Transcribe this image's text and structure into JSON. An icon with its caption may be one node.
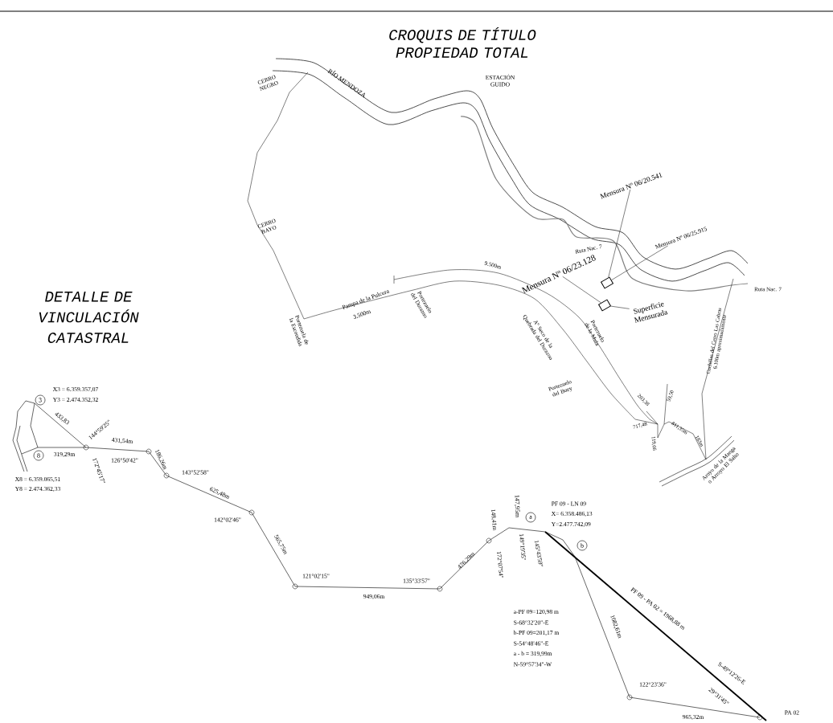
{
  "diagram": {
    "title": "CROQUIS DE TÍTULO PROPIEDAD TOTAL",
    "nodes": [
      {
        "text": [
          "Mensura Nº 06/20.541"
        ]
      },
      {
        "text": [
          "Mensura Nº 06/25.915"
        ]
      },
      {
        "text": [],
        "shape": "box"
      },
      {
        "text": [
          "Mensura Nº 06/23.128"
        ]
      },
      {
        "text": [
          "Superficie Mensurada"
        ]
      },
      {
        "text": [],
        "shape": "box"
      },
      {
        "text": [
          "3"
        ]
      },
      {
        "text": [
          "8"
        ]
      },
      {
        "text": [
          "a"
        ]
      },
      {
        "text": [
          "b"
        ]
      }
    ],
    "edges": [
      {
        "from": 0,
        "to": 2,
        "arrow": "none"
      },
      {
        "from": 1,
        "to": 2,
        "arrow": "none"
      },
      {
        "from": 3,
        "to": 5,
        "arrow": "none"
      },
      {
        "from": 4,
        "to": 5,
        "arrow": "none"
      }
    ],
    "labels": [
      "DETALLE DE VINCULACIÓN CATASTRAL",
      "CERRO NEGRO",
      "RÍO MENDOZA",
      "ESTACIÓN GUIDO",
      "CERRO BAYO",
      "9.500m",
      "Ruta Nac. 7",
      "Ruta Nac. 7",
      "Pampa de la Pulcura",
      "3.500m",
      "Portezuelo del Durazno",
      "Portezuela de la Escondida",
      "Aº Seco de la Quebrada del Durazno",
      "Portezuelo de la Mula",
      "Portezuelo del Buey",
      "203,38",
      "59,50",
      "717,48",
      "119,66",
      "811,35m",
      "183m",
      "Cuchillas del Cerro Las Cabras 6.100m aproximadamente",
      "Aroyo de la Manga o Arroyo El Salto",
      "X3 = 6.359.357,07",
      "Y3 = 2.474.352,32",
      "433,83",
      "144°59'25\"",
      "431,54m",
      "319,29m",
      "126°50'42\"",
      "186,26m",
      "172°45'17\"",
      "143°52'58\"",
      "X8 = 6.359.065,51",
      "Y8 = 2.474.362,33",
      "625,48m",
      "142°02'46\"",
      "565,75m",
      "121°02'15\"",
      "949,06m",
      "135°33'57\"",
      "476,29m",
      "148,41m",
      "172°07'54\"",
      "147,95m",
      "149°19'35\"",
      "145°43'59\"",
      "PF 09 - LN 09",
      "X= 6.358.486,13",
      "Y=2.477.742,09",
      "PF 09 - PA 02 = 1968,88 m",
      "1082,61m",
      "a-PF 09=120,98 m",
      "S-68°32'20\"-E",
      "b-PF 09=201,17 m",
      "S-54°48'46\"-E",
      "a - b = 319,99m",
      "N-59°57'34\"-W",
      "S-49°12'26-E",
      "122°23'36\"",
      "29°31'45\"",
      "965,32m",
      "PA 02"
    ]
  }
}
